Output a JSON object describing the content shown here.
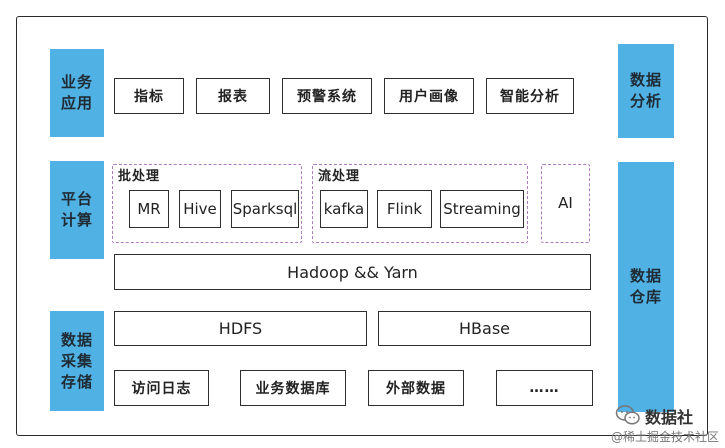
{
  "left_labels": {
    "app": "业务\n应用",
    "compute": "平台\n计算",
    "collect": "数据\n采集\n存储"
  },
  "right_labels": {
    "analysis": "数据\n分析",
    "warehouse": "数据\n仓库"
  },
  "apps": [
    "指标",
    "报表",
    "预警系统",
    "用户画像",
    "智能分析"
  ],
  "batch": {
    "title": "批处理",
    "items": [
      "MR",
      "Hive",
      "Sparksql"
    ]
  },
  "stream": {
    "title": "流处理",
    "items": [
      "kafka",
      "Flink",
      "Streaming"
    ]
  },
  "ai": "AI",
  "hadoop": "Hadoop && Yarn",
  "storage": [
    "HDFS",
    "HBase"
  ],
  "sources": [
    "访问日志",
    "业务数据库",
    "外部数据",
    "……"
  ],
  "watermark": {
    "brand": "数据社",
    "sub": "@稀土掘金技术社区"
  },
  "colors": {
    "side_blue": "#4fb1e4",
    "group_dash": "#b07cc0",
    "border": "#2e2e2e"
  }
}
